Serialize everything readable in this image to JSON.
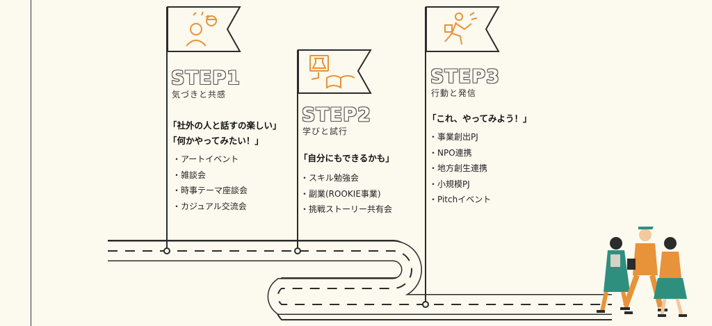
{
  "steps": [
    {
      "title": "STEP1",
      "subtitle": "気づきと共感",
      "icon": "conversation-icon",
      "quotes": [
        "「社外の人と話すの楽しい」",
        "「何かやってみたい！」"
      ],
      "items": [
        "・アートイベント",
        "・雑談会",
        "・時事テーマ座談会",
        "・カジュアル交流会"
      ]
    },
    {
      "title": "STEP2",
      "subtitle": "学びと試行",
      "icon": "learning-icon",
      "quotes": [
        "「自分にもできるかも」"
      ],
      "items": [
        "・スキル勉強会",
        "・副業(ROOKIE事業)",
        "・挑戦ストーリー共有会"
      ]
    },
    {
      "title": "STEP3",
      "subtitle": "行動と発信",
      "icon": "running-person-icon",
      "quotes": [
        "「これ、やってみよう！」"
      ],
      "items": [
        "・事業創出PJ",
        "・NPO連携",
        "・地方創生連携",
        "・小規模PJ",
        "・Pitchイベント"
      ]
    }
  ],
  "colors": {
    "accent": "#e8923a",
    "road": "#2b2b2b",
    "background": "#fcf9ef",
    "teal": "#2f8f7f"
  },
  "illustration": "walking-people-illustration"
}
